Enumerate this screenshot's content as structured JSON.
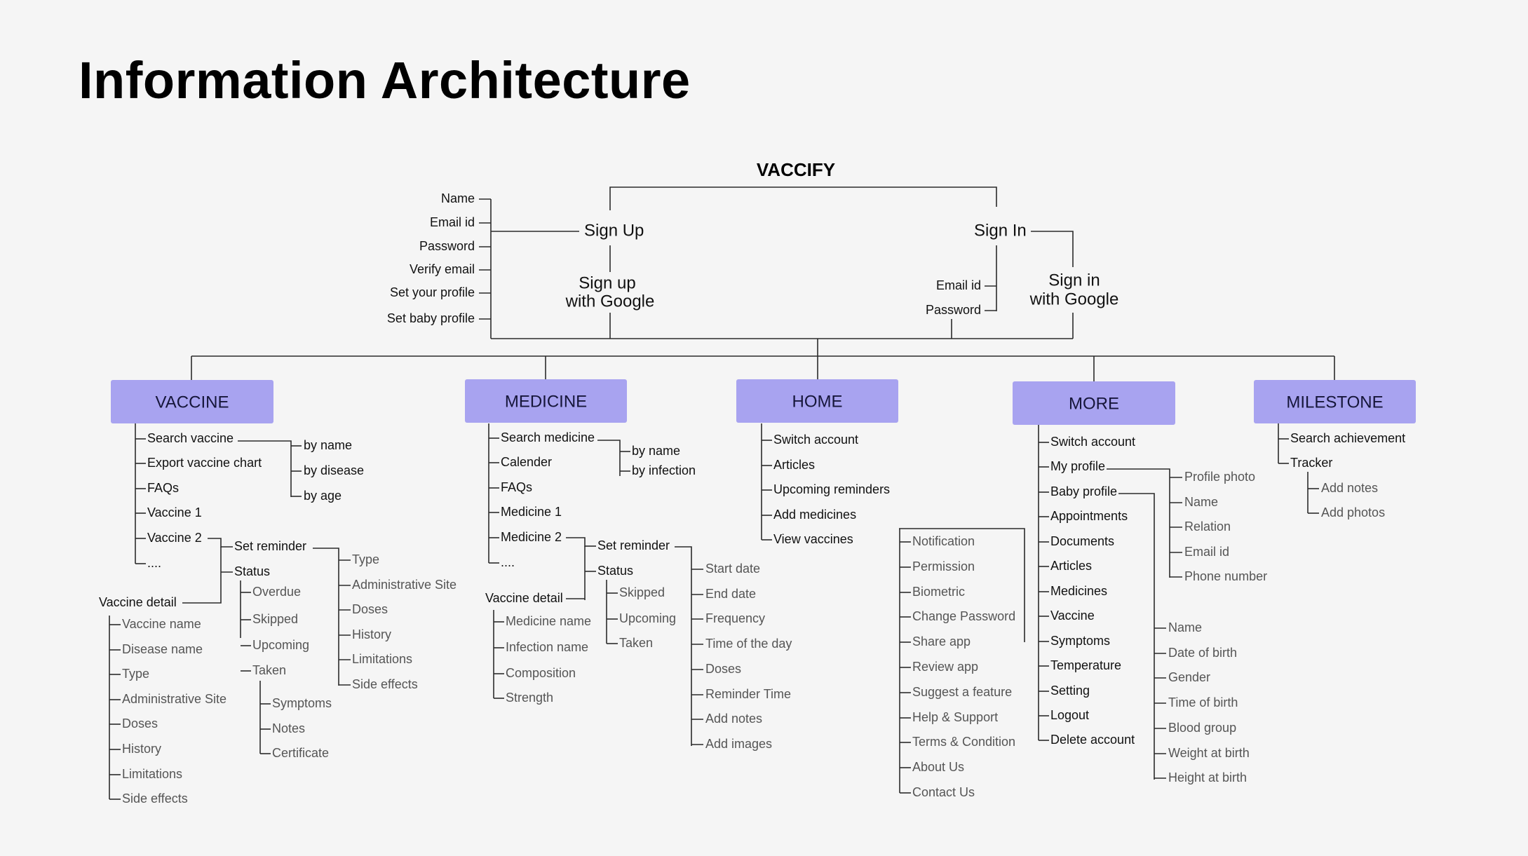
{
  "title": "Information Architecture",
  "colors": {
    "background": "#f5f5f5",
    "category_box": "#a8a3f0",
    "line": "#2b2b2b"
  },
  "root": "VACCIFY",
  "auth": {
    "sign_up": "Sign Up",
    "sign_up_google": [
      "Sign up",
      "with Google"
    ],
    "sign_up_fields": [
      "Name",
      "Email id",
      "Password",
      "Verify email",
      "Set your profile",
      "Set baby profile"
    ],
    "sign_in": "Sign In",
    "sign_in_fields": [
      "Email id",
      "Password"
    ],
    "sign_in_google": [
      "Sign in",
      "with Google"
    ]
  },
  "categories": [
    "VACCINE",
    "MEDICINE",
    "HOME",
    "MORE",
    "MILESTONE"
  ],
  "vaccine": {
    "items": [
      "Search vaccine",
      "Export vaccine chart",
      "FAQs",
      "Vaccine 1",
      "Vaccine 2",
      "...."
    ],
    "search_by": [
      "by name",
      "by disease",
      "by age"
    ],
    "vaccine2_children": [
      "Set reminder",
      "Status"
    ],
    "set_reminder_children": [
      "Type",
      "Administrative Site",
      "Doses",
      "History",
      "Limitations",
      "Side effects"
    ],
    "status_children": [
      "Overdue",
      "Skipped",
      "Upcoming",
      "Taken"
    ],
    "taken_children": [
      "Symptoms",
      "Notes",
      "Certificate"
    ],
    "detail_label": "Vaccine detail",
    "detail_children": [
      "Vaccine name",
      "Disease name",
      "Type",
      "Administrative Site",
      "Doses",
      "History",
      "Limitations",
      "Side effects"
    ]
  },
  "medicine": {
    "items": [
      "Search medicine",
      "Calender",
      "FAQs",
      "Medicine 1",
      "Medicine 2",
      "...."
    ],
    "search_by": [
      "by name",
      "by infection"
    ],
    "medicine2_children": [
      "Set reminder",
      "Status"
    ],
    "status_children": [
      "Skipped",
      "Upcoming",
      "Taken"
    ],
    "set_reminder_children": [
      "Start date",
      "End date",
      "Frequency",
      "Time of the day",
      "Doses",
      "Reminder Time",
      "Add notes",
      "Add images"
    ],
    "detail_label": "Vaccine detail",
    "detail_children": [
      "Medicine name",
      "Infection name",
      "Composition",
      "Strength"
    ]
  },
  "home": {
    "items": [
      "Switch account",
      "Articles",
      "Upcoming reminders",
      "Add medicines",
      "View vaccines"
    ]
  },
  "more": {
    "items": [
      "Switch account",
      "My profile",
      "Baby profile",
      "Appointments",
      "Documents",
      "Articles",
      "Medicines",
      "Vaccine",
      "Symptoms",
      "Temperature",
      "Setting",
      "Logout",
      "Delete account"
    ],
    "my_profile_children": [
      "Profile photo",
      "Name",
      "Relation",
      "Email id",
      "Phone number"
    ],
    "baby_profile_children": [
      "Name",
      "Date of birth",
      "Gender",
      "Time of birth",
      "Blood group",
      "Weight at birth",
      "Height at birth"
    ],
    "setting_children": [
      "Notification",
      "Permission",
      "Biometric",
      "Change Password",
      "Share app",
      "Review app",
      "Suggest a feature",
      "Help & Support",
      "Terms & Condition",
      "About Us",
      "Contact Us"
    ]
  },
  "milestone": {
    "items": [
      "Search achievement",
      "Tracker"
    ],
    "tracker_children": [
      "Add notes",
      "Add photos"
    ]
  }
}
